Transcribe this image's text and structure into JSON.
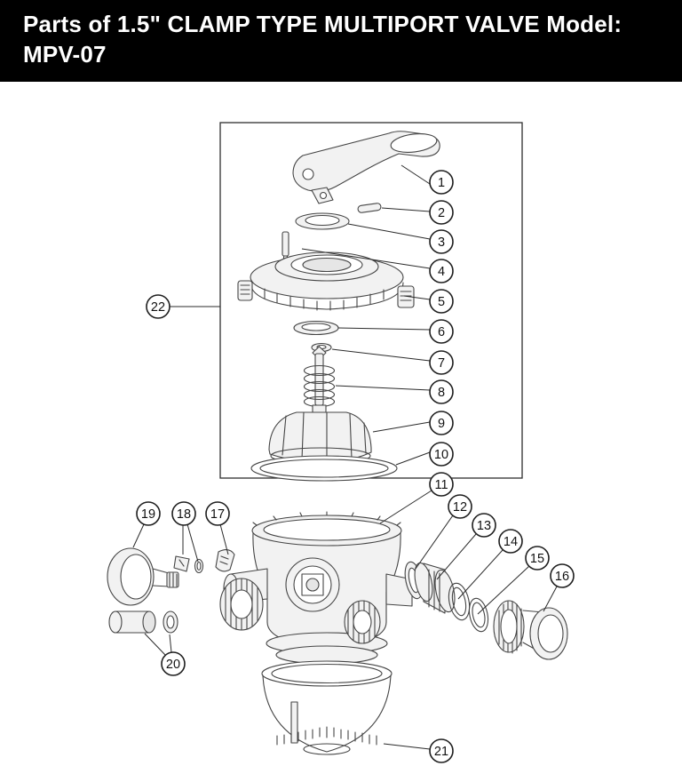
{
  "header": {
    "title_line1": "Parts of 1.5\" CLAMP TYPE MULTIPORT VALVE Model:",
    "title_line2": "MPV-07"
  },
  "colors": {
    "header_bg": "#000000",
    "header_text": "#ffffff",
    "line": "#454545"
  },
  "diagram": {
    "callouts": [
      {
        "label": "1"
      },
      {
        "label": "2"
      },
      {
        "label": "3"
      },
      {
        "label": "4"
      },
      {
        "label": "5"
      },
      {
        "label": "6"
      },
      {
        "label": "7"
      },
      {
        "label": "8"
      },
      {
        "label": "9"
      },
      {
        "label": "10"
      },
      {
        "label": "11"
      },
      {
        "label": "12"
      },
      {
        "label": "13"
      },
      {
        "label": "14"
      },
      {
        "label": "15"
      },
      {
        "label": "16"
      },
      {
        "label": "17"
      },
      {
        "label": "18"
      },
      {
        "label": "19"
      },
      {
        "label": "20"
      },
      {
        "label": "21"
      },
      {
        "label": "22"
      }
    ]
  }
}
